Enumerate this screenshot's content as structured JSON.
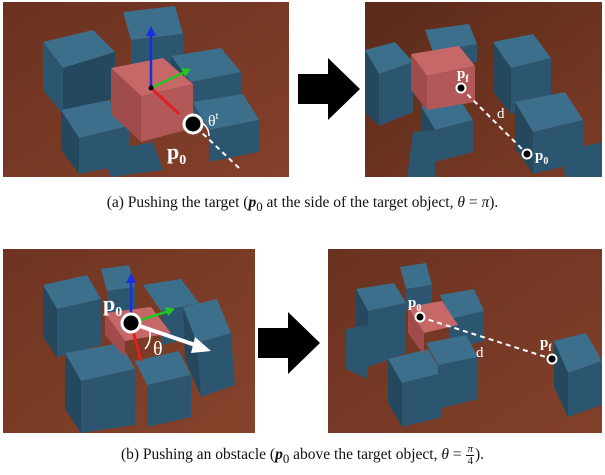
{
  "panel_a_left": {
    "start_label_base": "p",
    "start_label_sub": "0",
    "angle_label": "θ",
    "angle_sup": "t"
  },
  "panel_a_right": {
    "final_label_base": "p",
    "final_label_sub": "f",
    "start_label_base": "p",
    "start_label_sub": "0",
    "distance_label": "d"
  },
  "panel_b_left": {
    "start_label_base": "p",
    "start_label_sub": "0",
    "angle_label": "θ"
  },
  "panel_b_right": {
    "start_label_base": "p",
    "start_label_sub": "0",
    "final_label_base": "p",
    "final_label_sub": "f",
    "distance_label": "d"
  },
  "caption_a": {
    "prefix": "(a) Pushing the target (",
    "p_base": "p",
    "p_sub": "0",
    "middle": " at the side of the target object, ",
    "theta": "θ",
    "equals": " = ",
    "value": "π",
    "suffix": ")."
  },
  "caption_b": {
    "prefix": "(b) Pushing an obstacle (",
    "p_base": "p",
    "p_sub": "0",
    "middle": " above the target object, ",
    "theta": "θ",
    "equals": " = ",
    "frac_num": "π",
    "frac_den": "4",
    "suffix": ")."
  },
  "colors": {
    "ground": "#7a3a22",
    "ground_dark": "#4e2313",
    "cube_top": "#3c6f8c",
    "cube_side": "#2c5670",
    "cube_dark": "#1f4257",
    "target": "#b85a5a",
    "target_side": "#9c4646",
    "axis_x": "#e02020",
    "axis_y": "#22c522",
    "axis_z": "#1a2ee0",
    "arrow": "#000000"
  }
}
